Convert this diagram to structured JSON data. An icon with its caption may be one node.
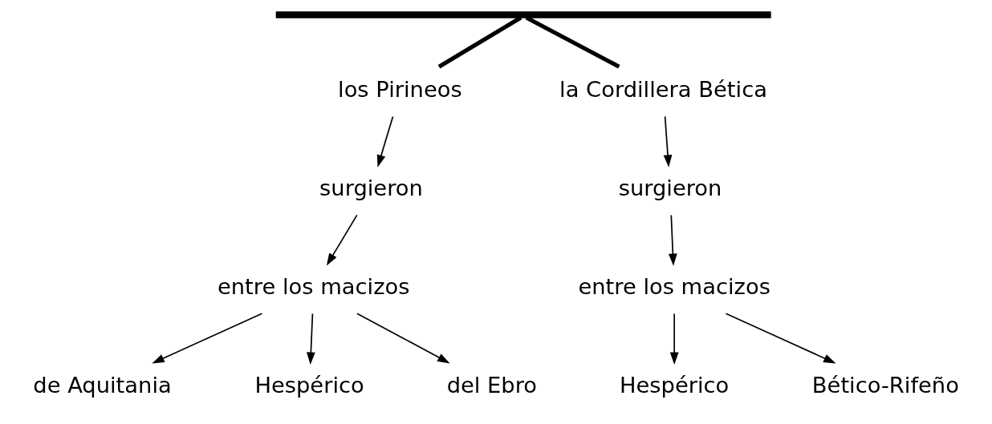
{
  "diagram": {
    "nodes": [
      {
        "text": [],
        "shape": "bar"
      },
      {
        "text": [
          "los Pirineos"
        ]
      },
      {
        "text": [
          "la Cordillera Bética"
        ]
      },
      {
        "text": [
          "surgieron"
        ]
      },
      {
        "text": [
          "surgieron"
        ]
      },
      {
        "text": [
          "entre los macizos"
        ]
      },
      {
        "text": [
          "entre los macizos"
        ]
      },
      {
        "text": [
          "de Aquitania"
        ]
      },
      {
        "text": [
          "Hespérico"
        ]
      },
      {
        "text": [
          "del Ebro"
        ]
      },
      {
        "text": [
          "Hespérico"
        ]
      },
      {
        "text": [
          "Bético-Rifeño"
        ]
      }
    ],
    "edges": [
      {
        "from": 0,
        "to": 1,
        "arrow": "none",
        "style": "thick"
      },
      {
        "from": 0,
        "to": 2,
        "arrow": "none",
        "style": "thick"
      },
      {
        "from": 1,
        "to": 3,
        "arrow": "to"
      },
      {
        "from": 2,
        "to": 4,
        "arrow": "to"
      },
      {
        "from": 3,
        "to": 5,
        "arrow": "to"
      },
      {
        "from": 4,
        "to": 6,
        "arrow": "to"
      },
      {
        "from": 5,
        "to": 7,
        "arrow": "to"
      },
      {
        "from": 5,
        "to": 8,
        "arrow": "to"
      },
      {
        "from": 5,
        "to": 9,
        "arrow": "to"
      },
      {
        "from": 6,
        "to": 10,
        "arrow": "to"
      },
      {
        "from": 6,
        "to": 11,
        "arrow": "to"
      }
    ]
  }
}
